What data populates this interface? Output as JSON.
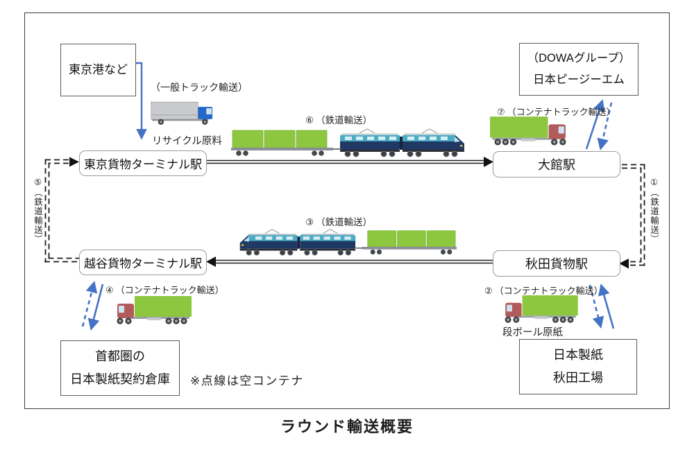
{
  "diagram": {
    "caption": "ラウンド輸送概要",
    "note": "※点線は空コンテナ",
    "nodes": {
      "tokyo_port": "東京港など",
      "dowa_group": "（DOWAグループ）",
      "dowa_name": "日本ピージーエム",
      "tokyo_terminal": "東京貨物ターミナル駅",
      "odate": "大館駅",
      "koshigaya": "越谷貨物ターミナル駅",
      "akita_freight": "秋田貨物駅",
      "warehouse_region": "首都圏の",
      "warehouse_name": "日本製紙契約倉庫",
      "mill_company": "日本製紙",
      "mill_site": "秋田工場"
    },
    "steps": {
      "s1": {
        "num": "①",
        "label": "（鉄道輸送）"
      },
      "s2": {
        "num": "②",
        "label": "（コンテナトラック輸送）"
      },
      "s3": {
        "num": "③",
        "label": "（鉄道輸送）"
      },
      "s4": {
        "num": "④",
        "label": "（コンテナトラック輸送）"
      },
      "s5": {
        "num": "⑤",
        "label": "（鉄道輸送）"
      },
      "s6": {
        "num": "⑥",
        "label": "（鉄道輸送）"
      },
      "s7": {
        "num": "⑦",
        "label": "（コンテナトラック輸送）"
      }
    },
    "labels": {
      "general_truck": "（一般トラック輸送）",
      "recycle_material": "リサイクル原料",
      "cardboard_paper": "段ボール原紙"
    },
    "colors": {
      "arrow_blue": "#4472C4",
      "container_green": "#8DC63F",
      "truck_cab_red": "#B25B5B",
      "truck_cab_blue": "#2468C8",
      "truck_body_gray": "#C9CACD",
      "loco_navy": "#1F3864",
      "loco_teal": "#4BACC6",
      "line_black": "#1a1a1a"
    }
  }
}
